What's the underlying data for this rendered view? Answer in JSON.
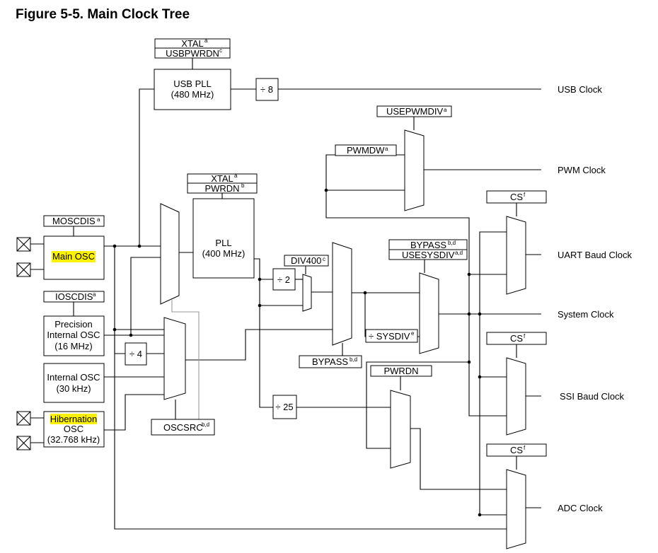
{
  "figure": {
    "title": "Figure 5-5. Main Clock Tree"
  },
  "blocks": {
    "usb_pll": [
      "USB PLL",
      "(480 MHz)"
    ],
    "pll": [
      "PLL",
      "(400 MHz)"
    ],
    "main_osc": "Main OSC",
    "piosc": [
      "Precision",
      "Internal OSC",
      "(16 MHz)"
    ],
    "iosc": [
      "Internal OSC",
      "(30 kHz)"
    ],
    "hib_osc": [
      "Hibernation",
      "OSC",
      "(32.768 kHz)"
    ]
  },
  "dividers": {
    "div8": "÷ 8",
    "div2": "÷ 2",
    "div4": "÷ 4",
    "div25": "÷ 25",
    "sysdiv": "÷ SYSDIV",
    "sysdiv_sup": "e"
  },
  "controls": {
    "xtal_usb": "XTAL",
    "xtal_usb_sup": "a",
    "usbpwrdn": "USBPWRDN",
    "usbpwrdn_sup": "c",
    "xtal_pll": "XTAL",
    "xtal_pll_sup": "a",
    "pwrdn_pll": "PWRDN",
    "pwrdn_pll_sup": "b",
    "mosc_dis": "MOSCDIS",
    "mosc_dis_sup": "a",
    "iosc_dis": "IOSCDIS",
    "iosc_dis_sup": "a",
    "div400": "DIV400",
    "div400_sup": "c",
    "usepwmdiv": "USEPWMDIV",
    "usepwmdiv_sup": "a",
    "pwmdw": "PWMDW",
    "pwmdw_sup": "a",
    "bypass_top": "BYPASS",
    "bypass_top_sup": "b,d",
    "usesysdiv": "USESYSDIV",
    "usesysdiv_sup": "a,d",
    "bypass_bottom": "BYPASS",
    "bypass_bottom_sup": "b,d",
    "oscsrc": "OSCSRC",
    "oscsrc_sup": "b,d",
    "pwrdn_25": "PWRDN",
    "cs_uart": "CS",
    "cs_uart_sup": "f",
    "cs_ssi": "CS",
    "cs_ssi_sup": "f",
    "cs_adc": "CS",
    "cs_adc_sup": "f"
  },
  "outputs": {
    "usb": "USB Clock",
    "pwm": "PWM Clock",
    "uart": "UART Baud Clock",
    "system": "System Clock",
    "ssi": "SSI Baud Clock",
    "adc": "ADC Clock"
  },
  "colors": {
    "highlight": "#fff200",
    "wire": "#000000",
    "secondary_wire": "#9a9a9a"
  }
}
